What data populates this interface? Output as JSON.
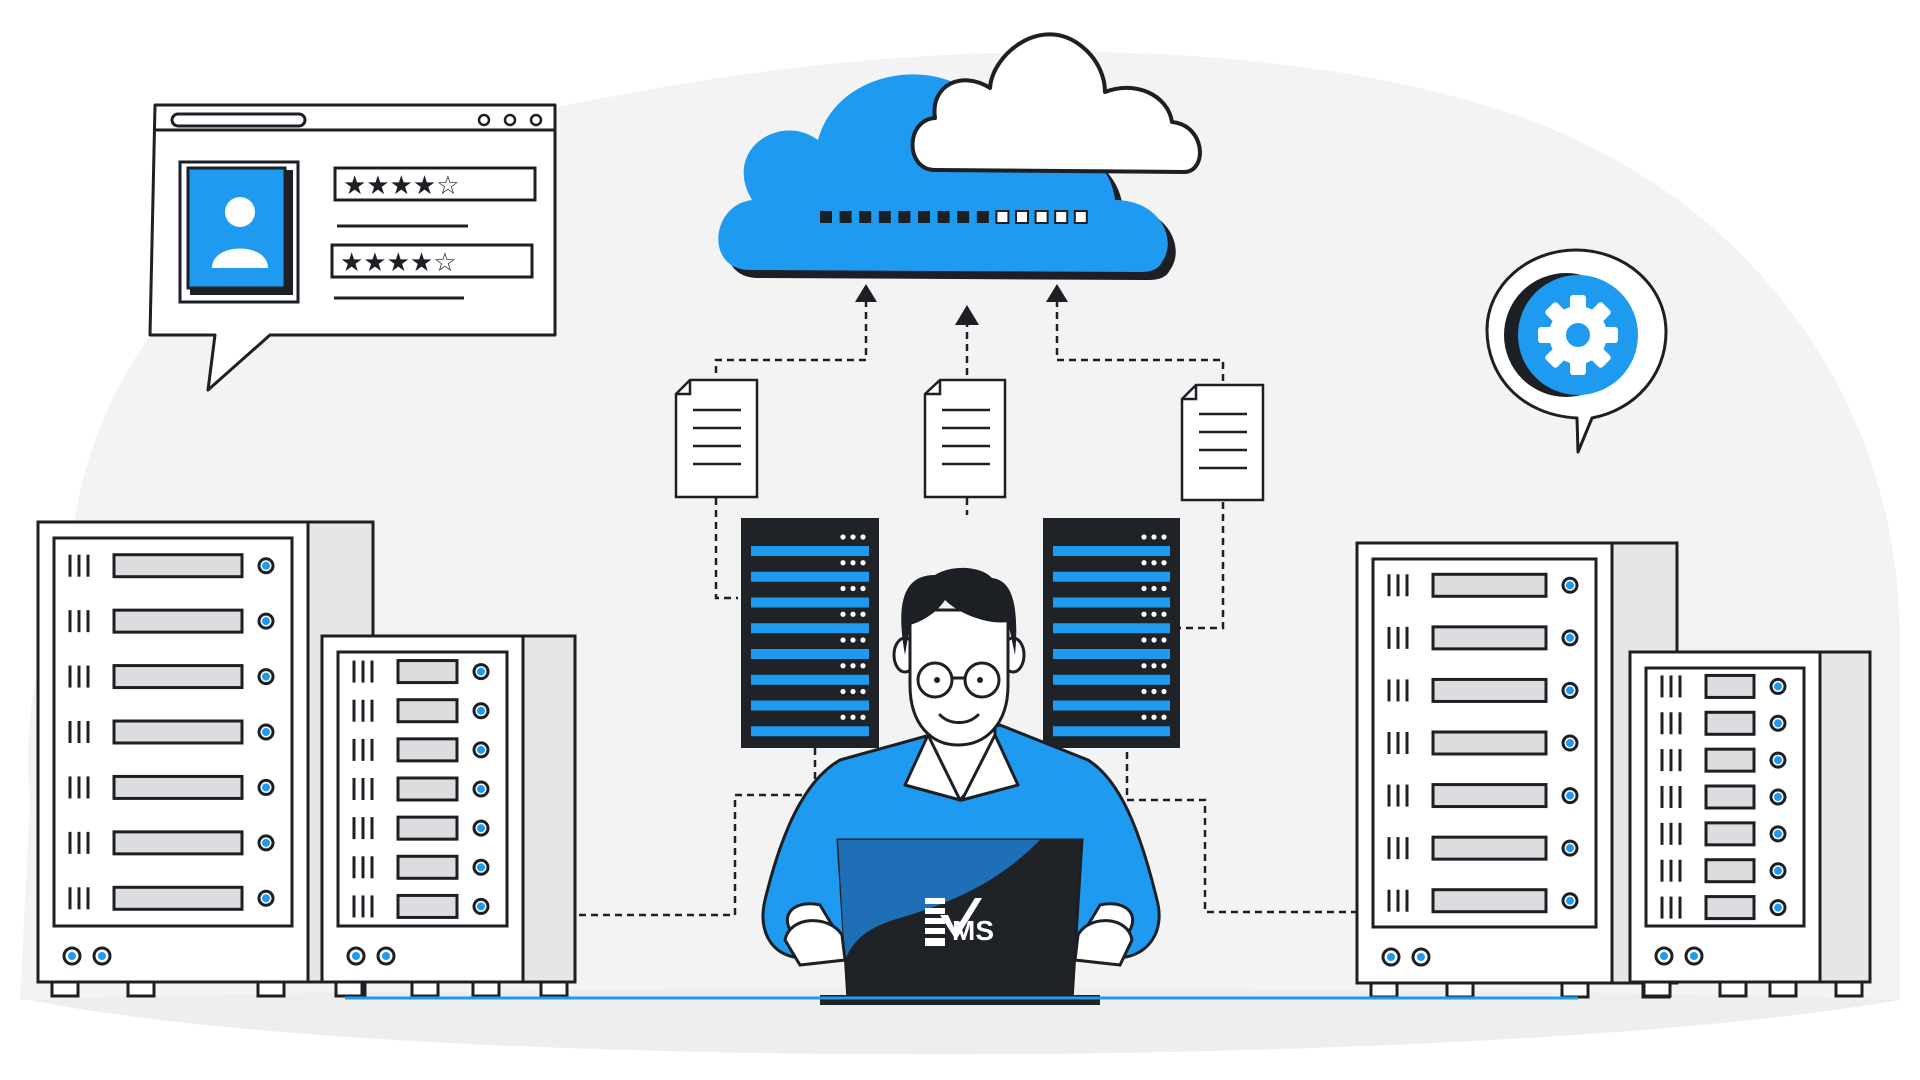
{
  "ratings": [
    {
      "stars": "★★★★☆",
      "filled": 4,
      "max": 5
    },
    {
      "stars": "★★★★☆",
      "filled": 4,
      "max": 5
    }
  ],
  "upload_progress": {
    "filled_blocks": 9,
    "total_blocks": 14
  },
  "logo": {
    "text": "MS"
  },
  "colors": {
    "accent": "#1E9BF0",
    "outline": "#1C1F24",
    "background_blob": "#F3F3F3",
    "panel": "#FFFFFF",
    "rack_slot": "#DCDDDF",
    "dark_server": "#1F2226"
  },
  "icons": [
    "user-icon",
    "gear-icon",
    "document-icon",
    "upload-arrow-icon",
    "cloud-icon",
    "server-rack-icon",
    "laptop-icon"
  ]
}
